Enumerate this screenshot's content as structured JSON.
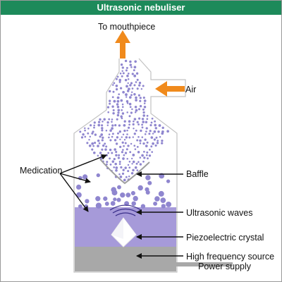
{
  "title": "Ultrasonic nebuliser",
  "labels": {
    "mouthpiece": "To mouthpiece",
    "air": "Air",
    "medication": "Medication",
    "baffle": "Baffle",
    "waves": "Ultrasonic waves",
    "crystal": "Piezoelectric crystal",
    "hf_source": "High frequency source",
    "power": "Power supply"
  },
  "colors": {
    "header": "#1d8a5a",
    "flow_arrow": "#f08a1c",
    "particle": "#8f86cf",
    "liquid": "#a69ad9",
    "base": "#a8a8a8",
    "outline": "#bdbdbd"
  }
}
